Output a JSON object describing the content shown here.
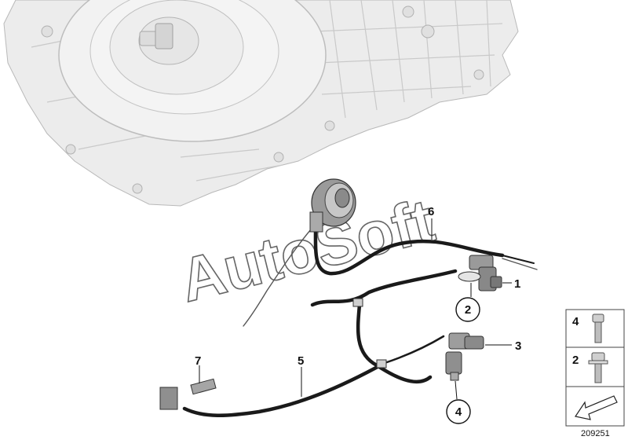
{
  "watermark": "AutoSoft",
  "callouts": [
    {
      "label": "1"
    },
    {
      "label": "2"
    },
    {
      "label": "3"
    },
    {
      "label": "4"
    },
    {
      "label": "5"
    },
    {
      "label": "6"
    },
    {
      "label": "7"
    }
  ],
  "legend": {
    "items": [
      {
        "label": "4",
        "icon": "bolt-icon"
      },
      {
        "label": "2",
        "icon": "bolt-with-washer-icon"
      }
    ],
    "arrow_icon": "arrow-down-left-icon"
  },
  "reference_number": "209251",
  "colors": {
    "housing_fill": "#ececec",
    "housing_stroke": "#b8b8b8",
    "cable": "#1a1a1a",
    "part": "#7a7a7a"
  }
}
